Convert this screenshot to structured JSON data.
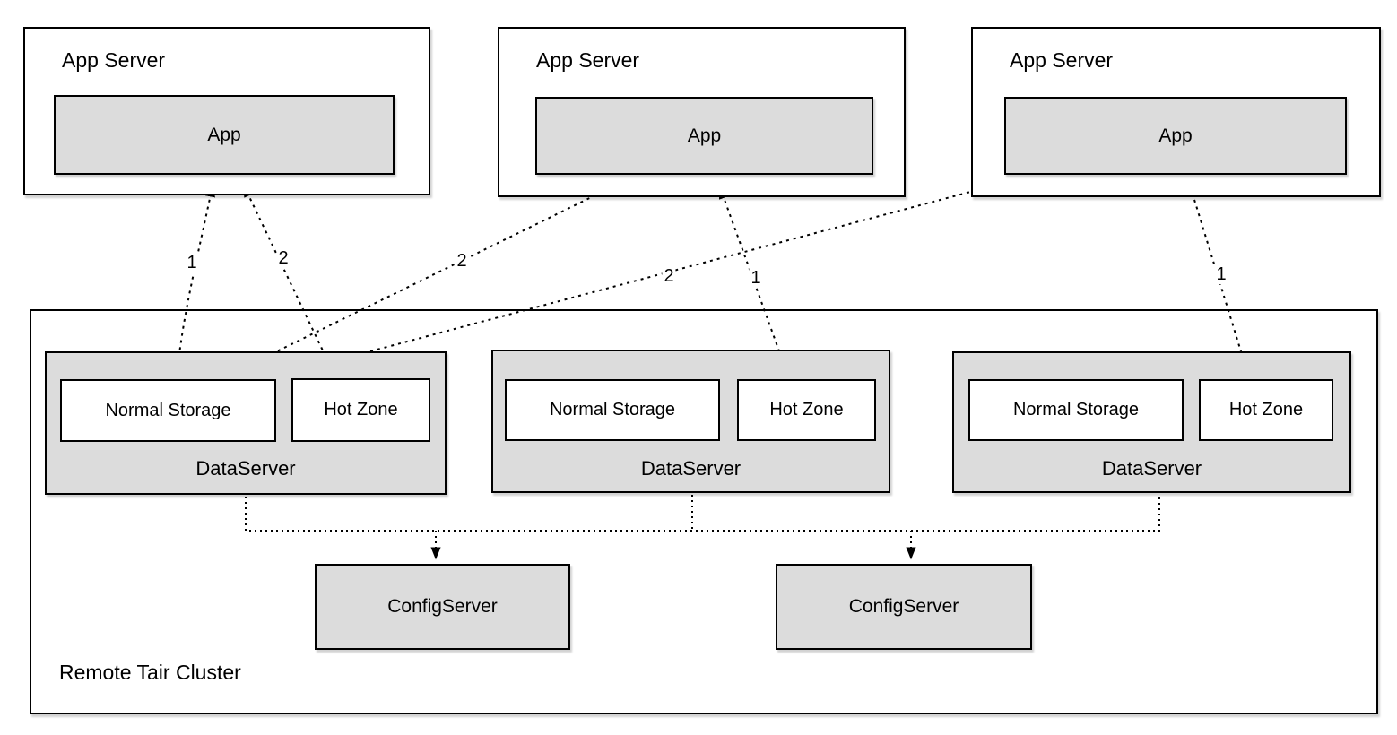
{
  "colors": {
    "background": "#ffffff",
    "shape_fill_gray": "#dcdcdc",
    "shape_fill_white": "#ffffff",
    "border": "#000000",
    "line": "#000000"
  },
  "app_servers": [
    {
      "title": "App Server",
      "app_label": "App"
    },
    {
      "title": "App Server",
      "app_label": "App"
    },
    {
      "title": "App Server",
      "app_label": "App"
    }
  ],
  "cluster": {
    "label": "Remote Tair Cluster"
  },
  "data_servers": [
    {
      "label": "DataServer",
      "normal_storage": "Normal Storage",
      "hot_zone": "Hot Zone"
    },
    {
      "label": "DataServer",
      "normal_storage": "Normal Storage",
      "hot_zone": "Hot Zone"
    },
    {
      "label": "DataServer",
      "normal_storage": "Normal Storage",
      "hot_zone": "Hot Zone"
    }
  ],
  "config_servers": [
    {
      "label": "ConfigServer"
    },
    {
      "label": "ConfigServer"
    }
  ],
  "edges": [
    {
      "label": "1",
      "from": "app-server-1-app",
      "to": "dataserver-1-normal-storage",
      "style": "dashed-double-arrow"
    },
    {
      "label": "2",
      "from": "app-server-1-app",
      "to": "dataserver-1-hot-zone",
      "style": "dashed-double-arrow"
    },
    {
      "label": "2",
      "from": "app-server-2-app",
      "to": "dataserver-1-normal-storage",
      "style": "dashed-double-arrow"
    },
    {
      "label": "1",
      "from": "app-server-2-app",
      "to": "dataserver-2-hot-zone",
      "style": "dashed-double-arrow"
    },
    {
      "label": "2",
      "from": "app-server-3-app",
      "to": "dataserver-1-normal-storage",
      "style": "dashed-double-arrow"
    },
    {
      "label": "1",
      "from": "app-server-3-app",
      "to": "dataserver-3-hot-zone",
      "style": "dashed-double-arrow"
    }
  ],
  "config_edges": [
    {
      "from": "dataserver-1, dataserver-2, dataserver-3",
      "to": "config-server-1",
      "style": "dotted-arrow"
    },
    {
      "from": "dataserver-1, dataserver-2, dataserver-3",
      "to": "config-server-2",
      "style": "dotted-arrow"
    }
  ]
}
